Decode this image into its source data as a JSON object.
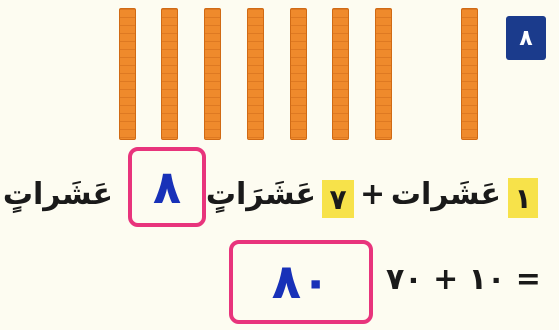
{
  "exercise": {
    "number": "٨",
    "rods_count": 8
  },
  "line1": {
    "first_num": "١",
    "first_word": "عَشَرات",
    "plus": "+",
    "second_num": "٧",
    "second_word": "عَشَرَاتٍ",
    "answer": "٨",
    "result_word": "عَشَراتٍ"
  },
  "line2": {
    "expression": "١٠ + ٧٠ =",
    "answer": "٨٠"
  },
  "colors": {
    "rod": "#ef8a2c",
    "badge": "#1b3b8c",
    "highlight": "#f7e24a",
    "answer_border": "#e8347c",
    "answer_text": "#1831b8"
  }
}
